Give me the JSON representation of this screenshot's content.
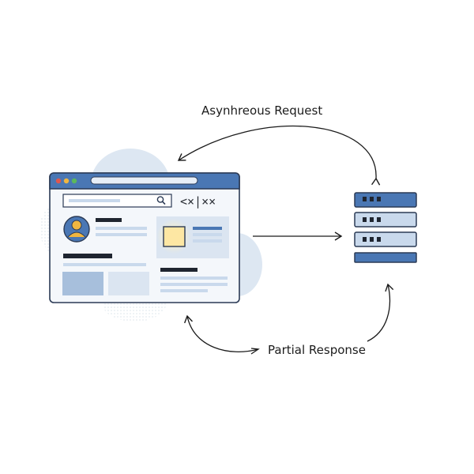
{
  "labels": {
    "request": "Asynhreous Request",
    "response": "Partial Response"
  },
  "browser": {
    "controls_glyphs": "<×|××",
    "traffic_lights": [
      "#e0574f",
      "#f0b640",
      "#5cb85c"
    ],
    "search_icon": "magnifier-icon",
    "avatar_icon": "user-avatar-icon",
    "image_placeholder_icon": "image-placeholder-icon"
  },
  "server": {
    "icon": "server-stack-icon",
    "rack_units": 3
  },
  "colors": {
    "accent_blue": "#4a77b4",
    "light_blue": "#c9d9ec",
    "panel_bg": "#f4f7fb",
    "cloud": "#dde7f2",
    "outline": "#2b3a55",
    "highlight": "#f7c948",
    "arrow": "#1a1a1a"
  }
}
